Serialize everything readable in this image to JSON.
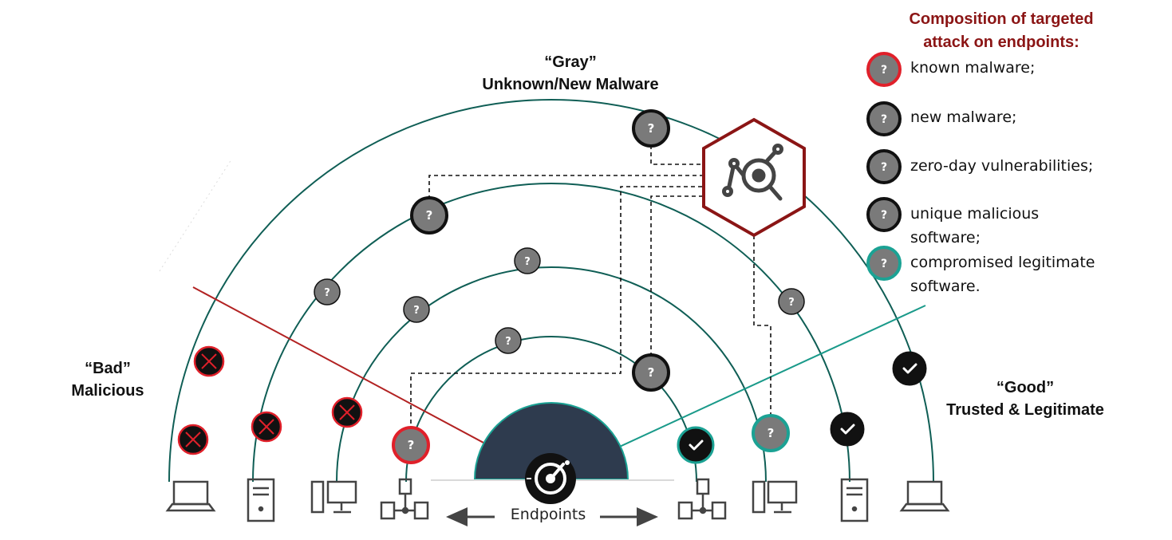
{
  "labels": {
    "gray_line1": "“Gray”",
    "gray_line2": "Unknown/New Malware",
    "bad_line1": "“Bad”",
    "bad_line2": "Malicious",
    "good_line1": "“Good”",
    "good_line2": "Trusted & Legitimate",
    "endpoints": "Endpoints"
  },
  "legend": {
    "title_line1": "Composition of targeted",
    "title_line2": "attack on endpoints:",
    "items": [
      {
        "text": "known malware;",
        "marker": "gray-question-red-ring"
      },
      {
        "text": "new malware;",
        "marker": "gray-question-black-ring"
      },
      {
        "text": "zero-day vulnerabilities;",
        "marker": "gray-question-black-ring"
      },
      {
        "text": "unique malicious",
        "text2": "software;",
        "marker": "gray-question-black-ring"
      },
      {
        "text": "compromised legitimate",
        "text2": "software.",
        "marker": "gray-question-teal-ring"
      }
    ]
  },
  "marker_symbols": {
    "question": "?"
  },
  "icons": {
    "hub": "radar-target-icon",
    "analysis": "node-search-icon",
    "left_devices": [
      "laptop-icon",
      "server-tower-icon",
      "desktop-computer-icon",
      "network-topology-icon"
    ],
    "right_devices": [
      "network-topology-icon",
      "desktop-computer-icon",
      "server-tower-icon",
      "laptop-icon"
    ]
  },
  "colors": {
    "arc": "#0F5E55",
    "bad_line": "#B22222",
    "good_line": "#1A9A8A",
    "hub_fill": "#2E3B4E",
    "red_ring": "#E0202A",
    "teal_ring": "#1BA294",
    "gray_node": "#7A7A7A",
    "hexagon_stroke": "#8B1515",
    "legend_title": "#8B1515"
  }
}
